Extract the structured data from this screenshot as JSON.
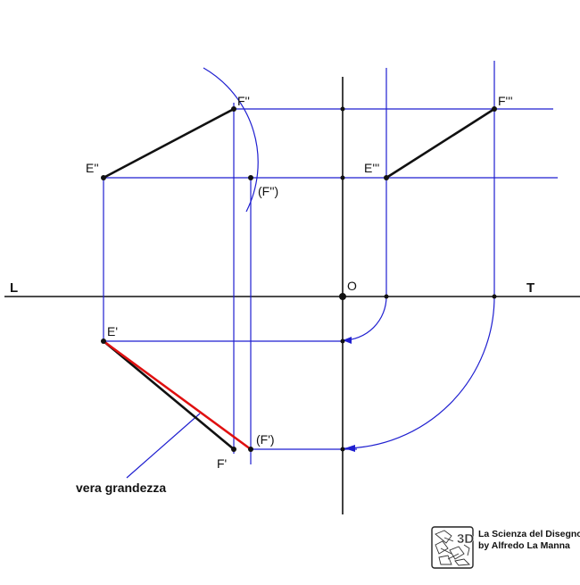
{
  "colors": {
    "construction": "#1f1fd0",
    "edge": "#111111",
    "true_length": "#e01010",
    "point": "#111111"
  },
  "labels": {
    "L": "L",
    "T": "T",
    "O": "O",
    "E2": "E''",
    "F2": "F''",
    "F2_rot": "(F'')",
    "E3": "E'''",
    "F3": "F'''",
    "E1": "E'",
    "F1": "F'",
    "F1_rot": "(F')"
  },
  "callout": {
    "text": "vera grandezza"
  },
  "credit": {
    "line1": "La Scienza del Disegno",
    "line2": "by Alfredo La Manna",
    "logo_icon": "3d-logo-icon"
  }
}
